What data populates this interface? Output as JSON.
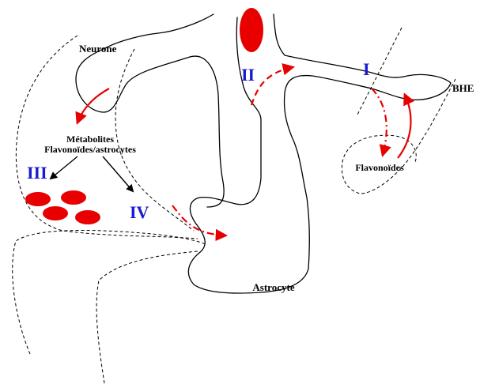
{
  "labels": {
    "neurone": "Neurone",
    "bhe": "BHE",
    "metabolites_line1": "Métabolites",
    "metabolites_line2": "Flavonoïdes/astrocytes",
    "flavonoides": "Flavonoïdes",
    "astrocyte": "Astrocyte"
  },
  "pathways": {
    "i": "I",
    "ii": "II",
    "iii": "III",
    "iv": "IV"
  },
  "colors": {
    "roman_numerals": "#1a1ad0",
    "red_elements": "#e80000",
    "outlines": "#000000"
  }
}
